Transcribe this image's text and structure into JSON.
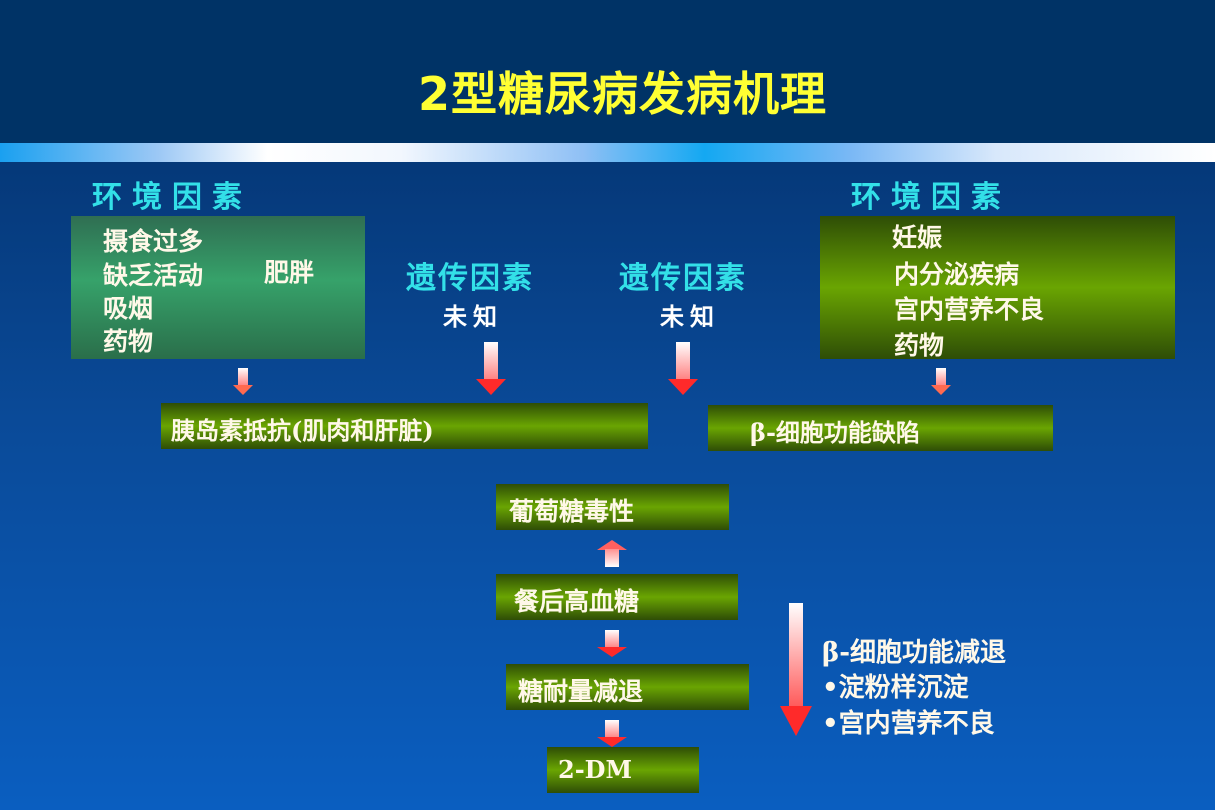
{
  "title": "2型糖尿病发病机理",
  "left_env": {
    "heading": "环境因素",
    "items": [
      "摄食过多",
      "缺乏活动",
      "吸烟",
      "药物"
    ],
    "side_label": "肥胖"
  },
  "genetic_left": {
    "heading": "遗传因素",
    "sub": "未知"
  },
  "genetic_right": {
    "heading": "遗传因素",
    "sub": "未知"
  },
  "right_env": {
    "heading": "环境因素",
    "items": [
      "妊娠",
      "内分泌疾病",
      "宫内营养不良",
      "药物"
    ]
  },
  "insulin_resistance": "胰岛素抵抗(肌肉和肝脏)",
  "beta_defect": "β-细胞功能缺陷",
  "flow": {
    "glucotoxicity": "葡萄糖毒性",
    "postprandial": "餐后高血糖",
    "igt": "糖耐量减退",
    "dm": "2-DM"
  },
  "beta_decline": {
    "title": "β-细胞功能减退",
    "bullets": [
      "•淀粉样沉淀",
      "•宫内营养不良"
    ]
  },
  "colors": {
    "title": "#ffff33",
    "heading": "#33e0e8",
    "arrow": "#ff2a2a"
  }
}
